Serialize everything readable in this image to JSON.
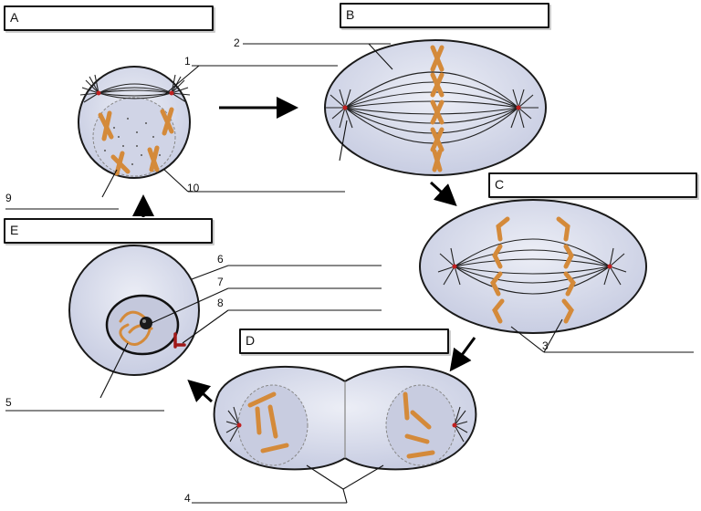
{
  "panels": {
    "a": "A",
    "b": "B",
    "c": "C",
    "d": "D",
    "e": "E"
  },
  "labels": {
    "n1": "1",
    "n2": "2",
    "n3": "3",
    "n4": "4",
    "n5": "5",
    "n6": "6",
    "n7": "7",
    "n8": "8",
    "n9": "9",
    "n10": "10"
  },
  "colors": {
    "cell_fill": "#d8dcec",
    "cell_stroke": "#1a1a1a",
    "nucleus_fill": "#c4c8dc",
    "chromosome": "#e0a050",
    "chromosome_dark": "#b07020",
    "centrosome": "#c02020",
    "arrow": "#000000"
  }
}
